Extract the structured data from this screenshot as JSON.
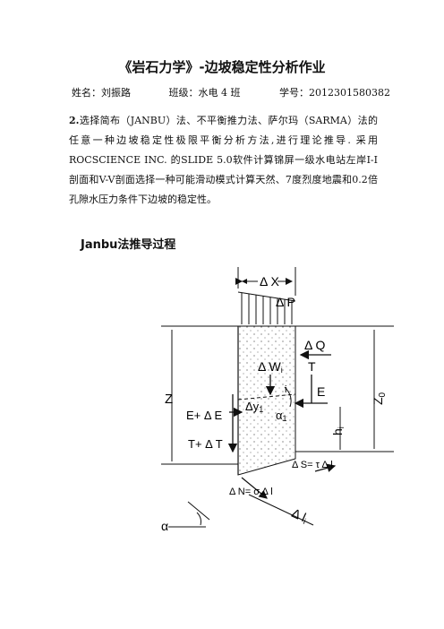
{
  "title": "《岩石力学》-边坡稳定性分析作业",
  "info": {
    "name": "姓名：刘振路",
    "class": "班级：水电 4 班",
    "student_id": "学号：2012301580382"
  },
  "paragraph": {
    "number": "2.",
    "text": "选择简布（JANBU）法、不平衡推力法、萨尔玛（SARMA）法的任意一种边坡稳定性极限平衡分析方法,进行理论推导. 采用ROCSCIENCE INC. 的SLIDE 5.0软件计算锦屏一级水电站左岸I-I 剖面和V-V剖面选择一种可能滑动模式计算天然、7度烈度地震和0.2倍孔隙水压力条件下边坡的稳定性。"
  },
  "section_heading": "Janbu法推导过程",
  "figure": {
    "dx": "Δ X",
    "dp": "Δ P",
    "dq": "Δ Q",
    "dw": "Δ W",
    "dw_sub": "i",
    "t": "T",
    "e": "E",
    "z": "Z",
    "z0": "Z",
    "z0_sub": "0",
    "e_de": "E+ Δ E",
    "t_dt": "T+ Δ T",
    "dyi": "Δy",
    "dyi_sub": "1",
    "alpha_i": "α",
    "alpha_sub": "1",
    "hi": "h",
    "hi_sub": "i",
    "i_mark": "i",
    "ds": "Δ S= τ Δ l",
    "dn": "Δ N= σ Δ l",
    "dl": "Δ l",
    "dl_sub": "i",
    "alpha": "α"
  }
}
